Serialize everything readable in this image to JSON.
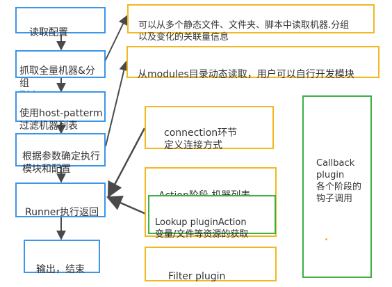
{
  "steps": [
    {
      "label": "读取配置"
    },
    {
      "label": "抓取全量机器&分组\n列表"
    },
    {
      "label": "使用host-patterm\n过滤机器列表"
    },
    {
      "label": "根据参数确定执行\n模块和配置"
    },
    {
      "label": "Runner执行返回"
    },
    {
      "label": "输出，结束"
    }
  ],
  "notes": {
    "inventory": "可以从多个静态文件、文件夹、脚本中读取机器.分组\n以及变化的关联量信息",
    "modules": "从modules目录动态读取，用户可以自行开发模块",
    "connection": "connection环节\n定义连接方式",
    "action": "Action阶段 机器列表",
    "lookup": "Lookup  pluginAction\n变量/文件等资源的获取",
    "filter": "Filter plugin",
    "callback": "Callback\nplugin\n各个阶段的\n钩子调用"
  },
  "colors": {
    "step_border": "#3b95e8",
    "note_border": "#f2b81f",
    "plugin_border": "#3cb043",
    "arrow": "#4a4a4a"
  }
}
